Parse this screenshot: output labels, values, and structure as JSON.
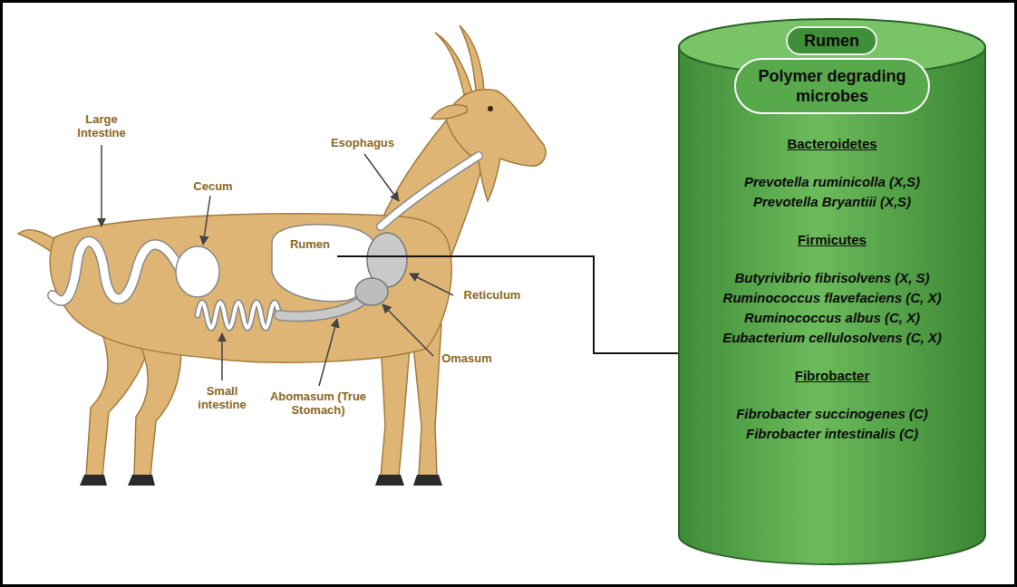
{
  "diagram": {
    "nodes": [
      {
        "text": [
          "Bacteroidetes",
          "Prevotella ruminicolla (X,S)",
          "Prevotella Bryantiii (X,S)",
          "Firmicutes",
          "Butyrivibrio fibrisolvens (X, S)",
          "Ruminococcus flavefaciens (C, X)",
          "Ruminococcus albus (C, X)",
          "Eubacterium cellulosolvens (C, X)",
          "Fibrobacter",
          "Fibrobacter succinogenes (C)",
          "Fibrobacter intestinalis (C)"
        ]
      },
      {
        "text": [
          "Rumen"
        ],
        "in": 0
      },
      {
        "text": [
          "Polymer degrading microbes"
        ],
        "in": 0
      }
    ],
    "labels": [
      "Large Intestine",
      "Cecum",
      "Esophagus",
      "Rumen",
      "Reticulum",
      "Omasum",
      "Small intestine",
      "Abomasum (True Stomach)"
    ]
  }
}
